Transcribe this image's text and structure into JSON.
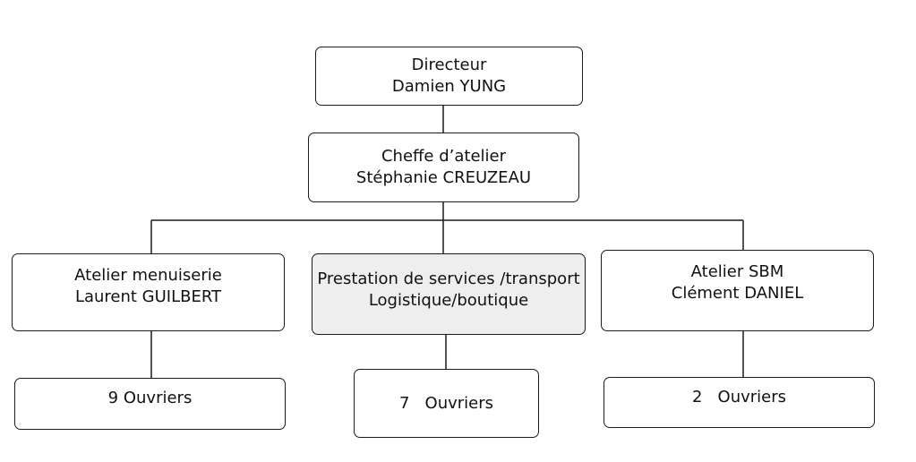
{
  "org_chart": {
    "director": {
      "role": "Directeur",
      "name": "Damien YUNG"
    },
    "workshop_head": {
      "role": "Cheffe d’atelier",
      "name": "Stéphanie CREUZEAU"
    },
    "departments": [
      {
        "line1": "Atelier menuiserie",
        "line2": "Laurent GUILBERT",
        "shaded": false
      },
      {
        "line1": "Prestation de services /transport",
        "line2": "Logistique/boutique",
        "shaded": true
      },
      {
        "line1": "Atelier SBM",
        "line2": "Clément DANIEL",
        "shaded": false
      }
    ],
    "workers": [
      {
        "label": "9 Ouvriers"
      },
      {
        "label": "7   Ouvriers"
      },
      {
        "label": "2   Ouvriers"
      }
    ]
  }
}
